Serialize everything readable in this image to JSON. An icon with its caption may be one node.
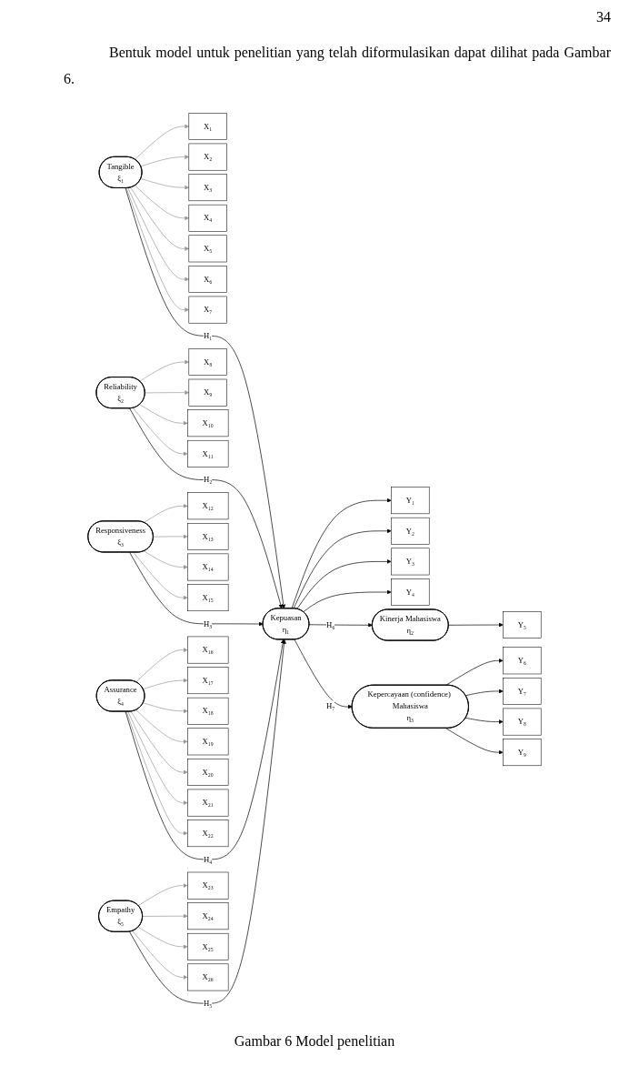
{
  "diagram": {
    "title": "Bentuk model untuk penelitian yang telah diformulasikan dapat dilihat pada Gambar 6.",
    "caption": "Gambar 6  Model penelitian",
    "nodes": [
      {
        "text": [
          "X₁"
        ]
      },
      {
        "text": [
          "X₂"
        ]
      },
      {
        "text": [
          "X₃"
        ]
      },
      {
        "text": [
          "X₄"
        ]
      },
      {
        "text": [
          "X₅"
        ]
      },
      {
        "text": [
          "X₆"
        ]
      },
      {
        "text": [
          "X₇"
        ]
      },
      {
        "text": [
          "X₈"
        ]
      },
      {
        "text": [
          "X₉"
        ]
      },
      {
        "text": [
          "X₁₀"
        ]
      },
      {
        "text": [
          "X₁₁"
        ]
      },
      {
        "text": [
          "X₁₂"
        ]
      },
      {
        "text": [
          "X₁₃"
        ]
      },
      {
        "text": [
          "X₁₄"
        ]
      },
      {
        "text": [
          "X₁₅"
        ]
      },
      {
        "text": [
          "X₁₆"
        ]
      },
      {
        "text": [
          "X₁₇"
        ]
      },
      {
        "text": [
          "X₁₈"
        ]
      },
      {
        "text": [
          "X₁₉"
        ]
      },
      {
        "text": [
          "X₂₀"
        ]
      },
      {
        "text": [
          "X₂₁"
        ]
      },
      {
        "text": [
          "X₂₂"
        ]
      },
      {
        "text": [
          "X₂₃"
        ]
      },
      {
        "text": [
          "X₂₄"
        ]
      },
      {
        "text": [
          "X₂₅"
        ]
      },
      {
        "text": [
          "X₂₆"
        ]
      },
      {
        "text": [
          "Tangible",
          "ξ₁"
        ]
      },
      {
        "text": [
          "Reliability",
          "ξ₂"
        ]
      },
      {
        "text": [
          "Responsiveness",
          "ξ₃"
        ]
      },
      {
        "text": [
          "Assurance",
          "ξ₄"
        ]
      },
      {
        "text": [
          "Empathy",
          "ξ₅"
        ]
      },
      {
        "text": [
          "Kepuasan",
          "η₁"
        ]
      },
      {
        "text": [
          "Y₁"
        ]
      },
      {
        "text": [
          "Y₂"
        ]
      },
      {
        "text": [
          "Y₃"
        ]
      },
      {
        "text": [
          "Y₄"
        ]
      },
      {
        "text": [
          "Kinerja Mahasiswa",
          "η₂"
        ]
      },
      {
        "text": [
          "Kepercayaan (confidence) Mahasiswa",
          "η₃"
        ]
      },
      {
        "text": [
          "Y₅"
        ]
      },
      {
        "text": [
          "Y₆"
        ]
      },
      {
        "text": [
          "Y₇"
        ]
      },
      {
        "text": [
          "Y₈"
        ]
      },
      {
        "text": [
          "Y₉"
        ]
      }
    ],
    "edges": [
      {
        "from": 26,
        "to": 0,
        "arrow": "to",
        "color": "#999999"
      },
      {
        "from": 26,
        "to": 1,
        "arrow": "to",
        "color": "#999999"
      },
      {
        "from": 26,
        "to": 2,
        "arrow": "to",
        "color": "#999999"
      },
      {
        "from": 26,
        "to": 3,
        "arrow": "to",
        "color": "#999999"
      },
      {
        "from": 26,
        "to": 4,
        "arrow": "to",
        "color": "#999999"
      },
      {
        "from": 26,
        "to": 5,
        "arrow": "to",
        "color": "#999999"
      },
      {
        "from": 26,
        "to": 6,
        "arrow": "to",
        "color": "#999999"
      },
      {
        "from": 27,
        "to": 7,
        "arrow": "to",
        "color": "#999999"
      },
      {
        "from": 27,
        "to": 8,
        "arrow": "to",
        "color": "#999999"
      },
      {
        "from": 27,
        "to": 9,
        "arrow": "to",
        "color": "#999999"
      },
      {
        "from": 27,
        "to": 10,
        "arrow": "to",
        "color": "#999999"
      },
      {
        "from": 28,
        "to": 11,
        "arrow": "to",
        "color": "#999999"
      },
      {
        "from": 28,
        "to": 12,
        "arrow": "to",
        "color": "#999999"
      },
      {
        "from": 28,
        "to": 13,
        "arrow": "to",
        "color": "#999999"
      },
      {
        "from": 28,
        "to": 14,
        "arrow": "to",
        "color": "#999999"
      },
      {
        "from": 29,
        "to": 15,
        "arrow": "to",
        "color": "#999999"
      },
      {
        "from": 29,
        "to": 16,
        "arrow": "to",
        "color": "#999999"
      },
      {
        "from": 29,
        "to": 17,
        "arrow": "to",
        "color": "#999999"
      },
      {
        "from": 29,
        "to": 18,
        "arrow": "to",
        "color": "#999999"
      },
      {
        "from": 29,
        "to": 19,
        "arrow": "to",
        "color": "#999999"
      },
      {
        "from": 29,
        "to": 20,
        "arrow": "to",
        "color": "#999999"
      },
      {
        "from": 29,
        "to": 21,
        "arrow": "to",
        "color": "#999999"
      },
      {
        "from": 30,
        "to": 22,
        "arrow": "to",
        "color": "#999999"
      },
      {
        "from": 30,
        "to": 23,
        "arrow": "to",
        "color": "#999999"
      },
      {
        "from": 30,
        "to": 24,
        "arrow": "to",
        "color": "#999999"
      },
      {
        "from": 30,
        "to": 25,
        "arrow": "to",
        "color": "#999999"
      },
      {
        "from": 26,
        "to": 31,
        "arrow": "to",
        "label": "H₁",
        "color": "#000000"
      },
      {
        "from": 27,
        "to": 31,
        "arrow": "to",
        "label": "H₂",
        "color": "#000000"
      },
      {
        "from": 28,
        "to": 31,
        "arrow": "to",
        "label": "H₃",
        "color": "#000000"
      },
      {
        "from": 29,
        "to": 31,
        "arrow": "to",
        "label": "H₄",
        "color": "#000000"
      },
      {
        "from": 30,
        "to": 31,
        "arrow": "to",
        "label": "H₅",
        "color": "#000000"
      },
      {
        "from": 31,
        "to": 32,
        "arrow": "to",
        "color": "#000000"
      },
      {
        "from": 31,
        "to": 33,
        "arrow": "to",
        "color": "#000000"
      },
      {
        "from": 31,
        "to": 34,
        "arrow": "to",
        "color": "#000000"
      },
      {
        "from": 31,
        "to": 35,
        "arrow": "to",
        "color": "#000000"
      },
      {
        "from": 31,
        "to": 36,
        "arrow": "to",
        "label": "H₆",
        "color": "#000000"
      },
      {
        "from": 31,
        "to": 37,
        "arrow": "to",
        "label": "H₇",
        "color": "#000000"
      },
      {
        "from": 36,
        "to": 38,
        "arrow": "to",
        "color": "#000000"
      },
      {
        "from": 37,
        "to": 39,
        "arrow": "to",
        "color": "#000000"
      },
      {
        "from": 37,
        "to": 40,
        "arrow": "to",
        "color": "#000000"
      },
      {
        "from": 37,
        "to": 41,
        "arrow": "to",
        "color": "#000000"
      },
      {
        "from": 37,
        "to": 42,
        "arrow": "to",
        "color": "#000000"
      }
    ],
    "labels": [
      "34"
    ]
  }
}
